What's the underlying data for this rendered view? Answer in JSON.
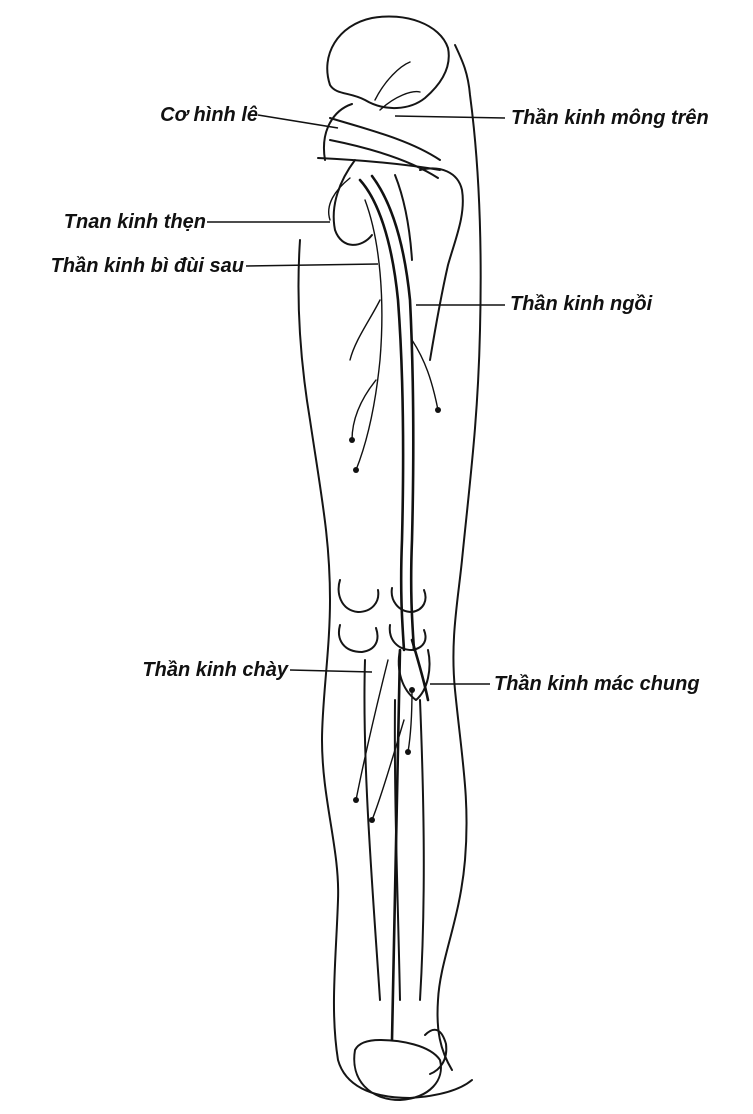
{
  "labels": {
    "co_hinh_le": "Cơ hình lê",
    "than_kinh_mong_tren": "Thần kinh mông trên",
    "than_kinh_then": "Tnan kinh thẹn",
    "than_kinh_bi_dui_sau": "Thần kinh bì đùi sau",
    "than_kinh_ngoi": "Thần kinh ngồi",
    "than_kinh_chay": "Thần kinh chày",
    "than_kinh_mac_chung": "Thần kinh mác chung"
  },
  "colors": {
    "ink": "#111111",
    "background": "#ffffff"
  }
}
